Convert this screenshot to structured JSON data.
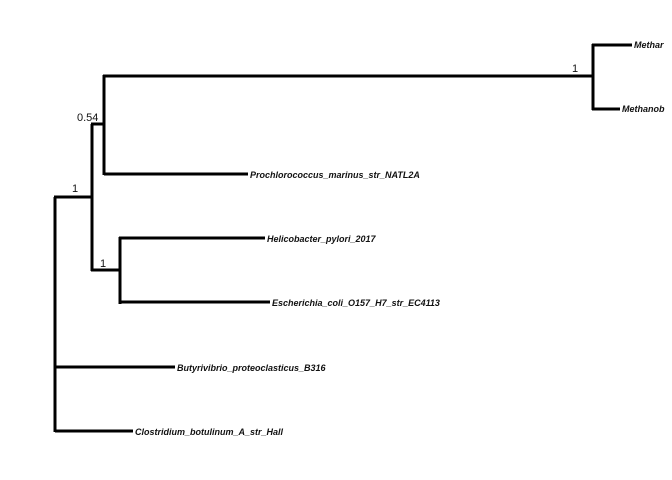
{
  "tree": {
    "tips": {
      "metha1": "Methar",
      "metha2": "Methanob",
      "prochlorococcus": "Prochlorococcus_marinus_str_NATL2A",
      "helicobacter": "Helicobacter_pylori_2017",
      "escherichia": "Escherichia_coli_O157_H7_str_EC4113",
      "butyrivibrio": "Butyrivibrio_proteoclasticus_B316",
      "clostridium": "Clostridium_botulinum_A_str_Hall"
    },
    "supports": {
      "root_clade": "1",
      "upper_clade": "0.54",
      "methano_clade": "1",
      "proteo_clade": "1"
    }
  }
}
